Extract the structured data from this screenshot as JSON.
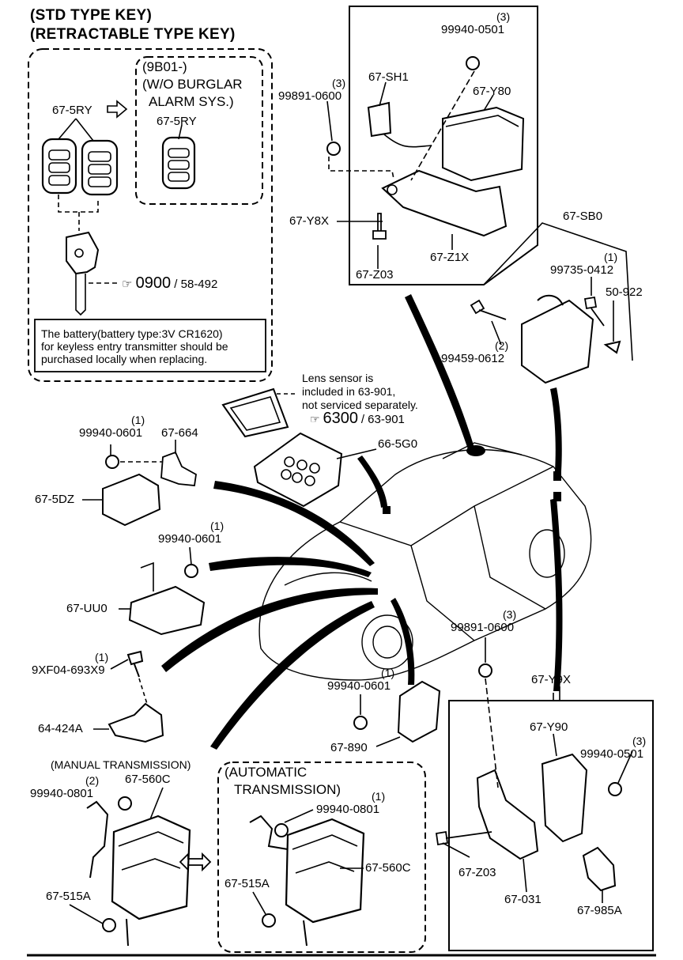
{
  "header": {
    "line1": "(STD TYPE KEY)",
    "line2": "(RETRACTABLE TYPE KEY)"
  },
  "key_section": {
    "variant": [
      "(9B01-)",
      "(W/O BURGLAR",
      "ALARM SYS.)"
    ],
    "part_left": "67-5RY",
    "part_right": "67-5RY",
    "ref_main": "0900",
    "ref_sub": "/ 58-492",
    "battery_note": [
      "The battery(battery type:3V CR1620)",
      "for keyless entry transmitter should be",
      "purchased locally when replacing."
    ]
  },
  "lens_note": {
    "lines": [
      "Lens sensor is",
      "included in 63-901,",
      "not serviced separately."
    ],
    "ref_main": "6300",
    "ref_sub": "/ 63-901"
  },
  "parts": {
    "p99940_0501_top": "99940-0501",
    "q_99940_0501_top": "(3)",
    "p67_sh1": "67-SH1",
    "p67_y80": "67-Y80",
    "p99891_0600_top": "99891-0600",
    "q_99891_0600_top": "(3)",
    "p67_y8x": "67-Y8X",
    "p67_z03_top": "67-Z03",
    "p67_z1x": "67-Z1X",
    "p67_sb0": "67-SB0",
    "p99735_0412": "99735-0412",
    "q_99735_0412": "(1)",
    "p50_922": "50-922",
    "p99459_0612": "99459-0612",
    "q_99459_0612": "(2)",
    "p66_5g0": "66-5G0",
    "p99940_0601_a": "99940-0601",
    "q_99940_0601_a": "(1)",
    "p67_664": "67-664",
    "p67_5dz": "67-5DZ",
    "p99940_0601_b": "99940-0601",
    "q_99940_0601_b": "(1)",
    "p67_uu0": "67-UU0",
    "p9xf04": "9XF04-693X9",
    "q_9xf04": "(1)",
    "p64_424a": "64-424A",
    "p99891_0600_mid": "99891-0600",
    "q_99891_0600_mid": "(3)",
    "p67_y9x": "67-Y9X",
    "p99940_0601_c": "99940-0601",
    "q_99940_0601_c": "(1)",
    "p67_890": "67-890",
    "p67_y90": "67-Y90",
    "p99940_0501_bot": "99940-0501",
    "q_99940_0501_bot": "(3)",
    "p67_z03_bot": "67-Z03",
    "p67_031": "67-031",
    "p67_985a": "67-985A",
    "manual_label": "(MANUAL TRANSMISSION)",
    "p99940_0801_m": "99940-0801",
    "q_99940_0801_m": "(2)",
    "p67_560c_m": "67-560C",
    "p67_515a_m": "67-515A",
    "auto_label_1": "(AUTOMATIC",
    "auto_label_2": "TRANSMISSION)",
    "p99940_0801_a": "99940-0801",
    "q_99940_0801_a": "(1)",
    "p67_560c_a": "67-560C",
    "p67_515a_a": "67-515A"
  }
}
